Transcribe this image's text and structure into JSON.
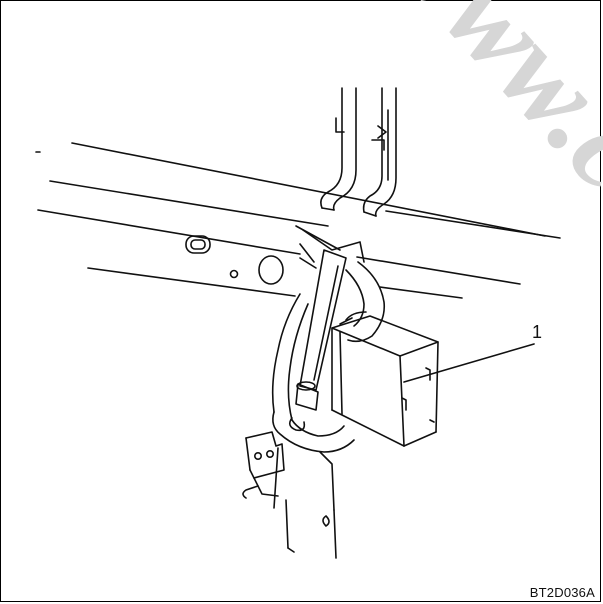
{
  "figure": {
    "callout_number": "1",
    "figure_code": "BT2D036A",
    "watermark_text": "www.ca",
    "colors": {
      "line": "#111111",
      "watermark": "#d6d6d6",
      "background": "#ffffff"
    }
  }
}
